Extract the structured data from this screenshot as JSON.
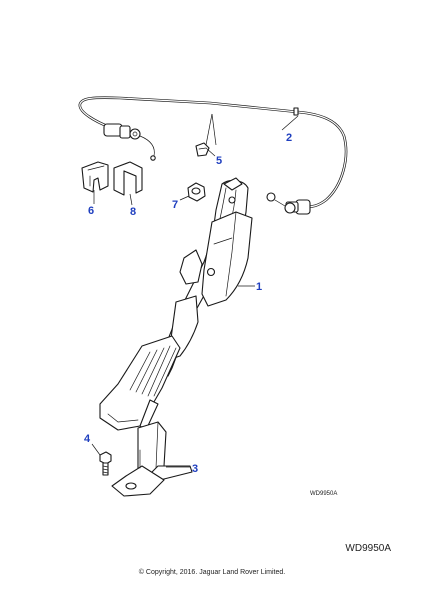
{
  "diagram": {
    "callouts": [
      {
        "id": "1",
        "label": "1"
      },
      {
        "id": "2",
        "label": "2"
      },
      {
        "id": "3",
        "label": "3"
      },
      {
        "id": "4",
        "label": "4"
      },
      {
        "id": "5",
        "label": "5"
      },
      {
        "id": "6",
        "label": "6"
      },
      {
        "id": "7",
        "label": "7"
      },
      {
        "id": "8",
        "label": "8"
      }
    ],
    "inner_code": "WD9950A",
    "callout_color": "#1f3fbf"
  },
  "footer": {
    "diagram_code": "WD9950A",
    "copyright": "© Copyright, 2016. Jaguar Land Rover Limited."
  }
}
